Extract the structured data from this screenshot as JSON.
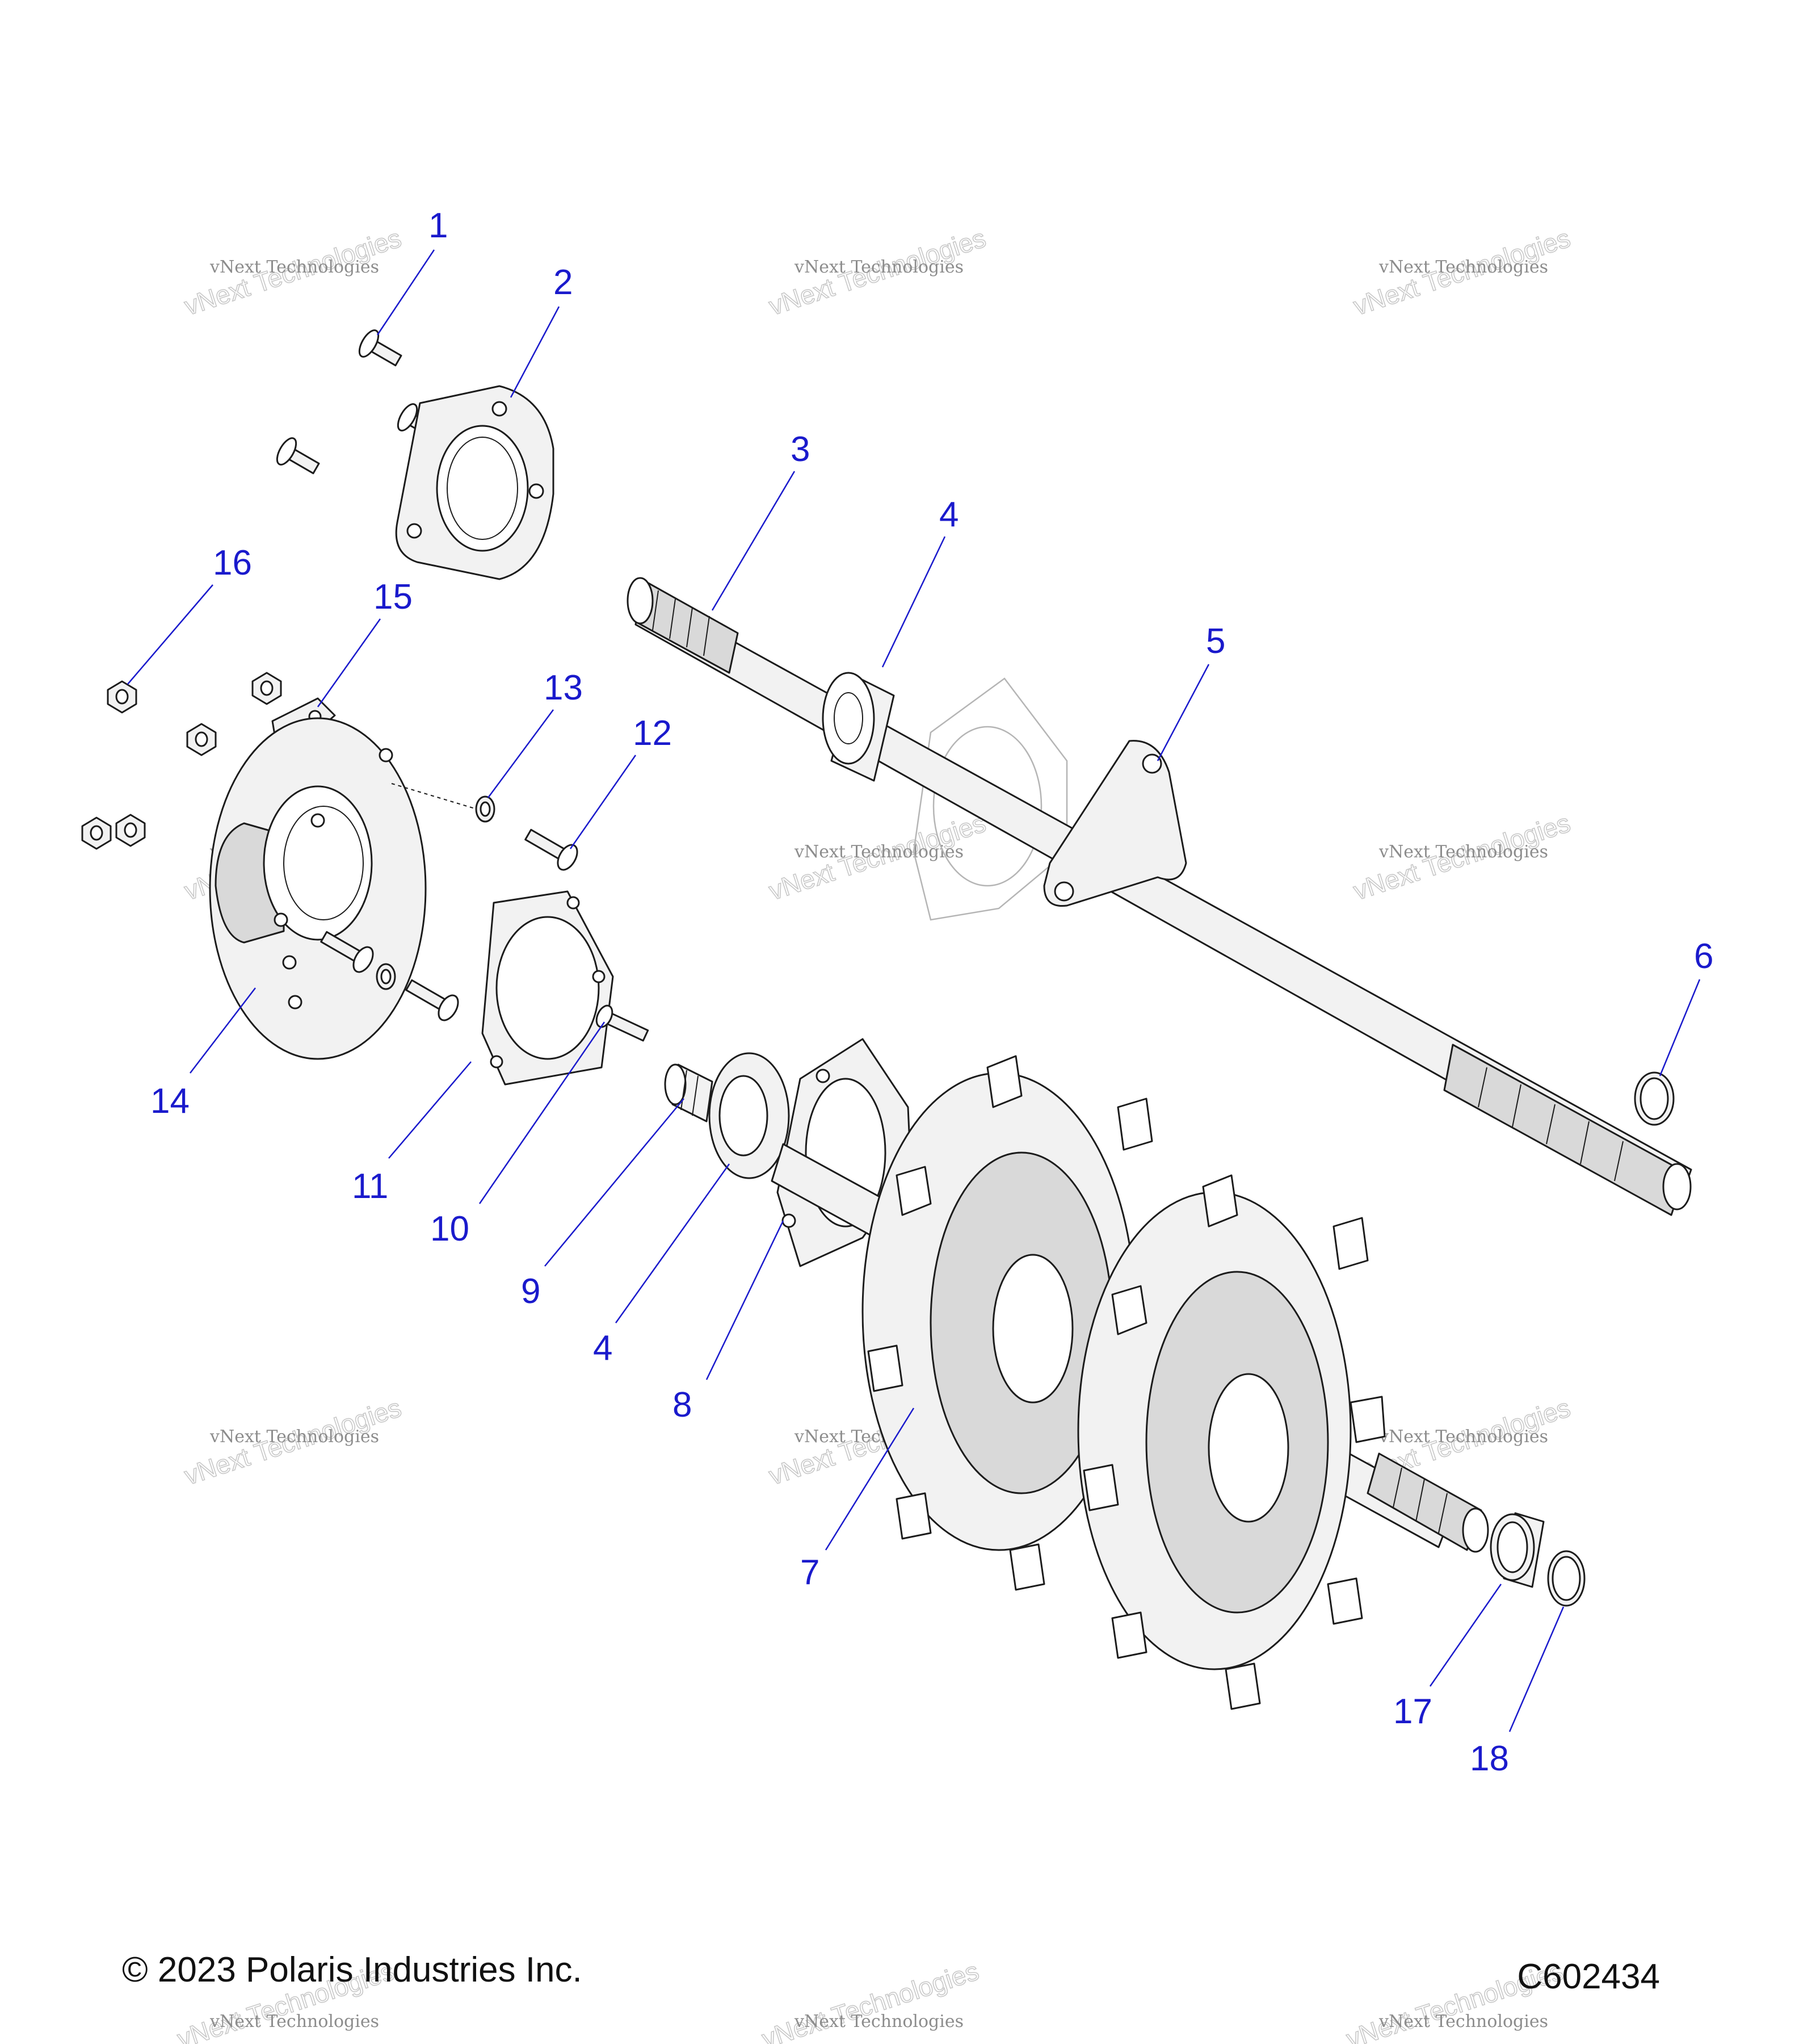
{
  "diagram": {
    "callouts": [
      "1",
      "2",
      "3",
      "4",
      "5",
      "6",
      "7",
      "8",
      "9",
      "10",
      "11",
      "12",
      "13",
      "14",
      "15",
      "16",
      "17",
      "18",
      "4"
    ],
    "footer": {
      "copyright": "© 2023 Polaris Industries Inc.",
      "figure_id": "C602434"
    },
    "watermark": {
      "line1": "vNext Technologies",
      "line2": "vNext Technologies"
    },
    "colors": {
      "callout": "#1a1acc",
      "line": "#1c1c1c",
      "part_fill": "#f2f2f2",
      "watermark": "#8c8c8c"
    }
  }
}
